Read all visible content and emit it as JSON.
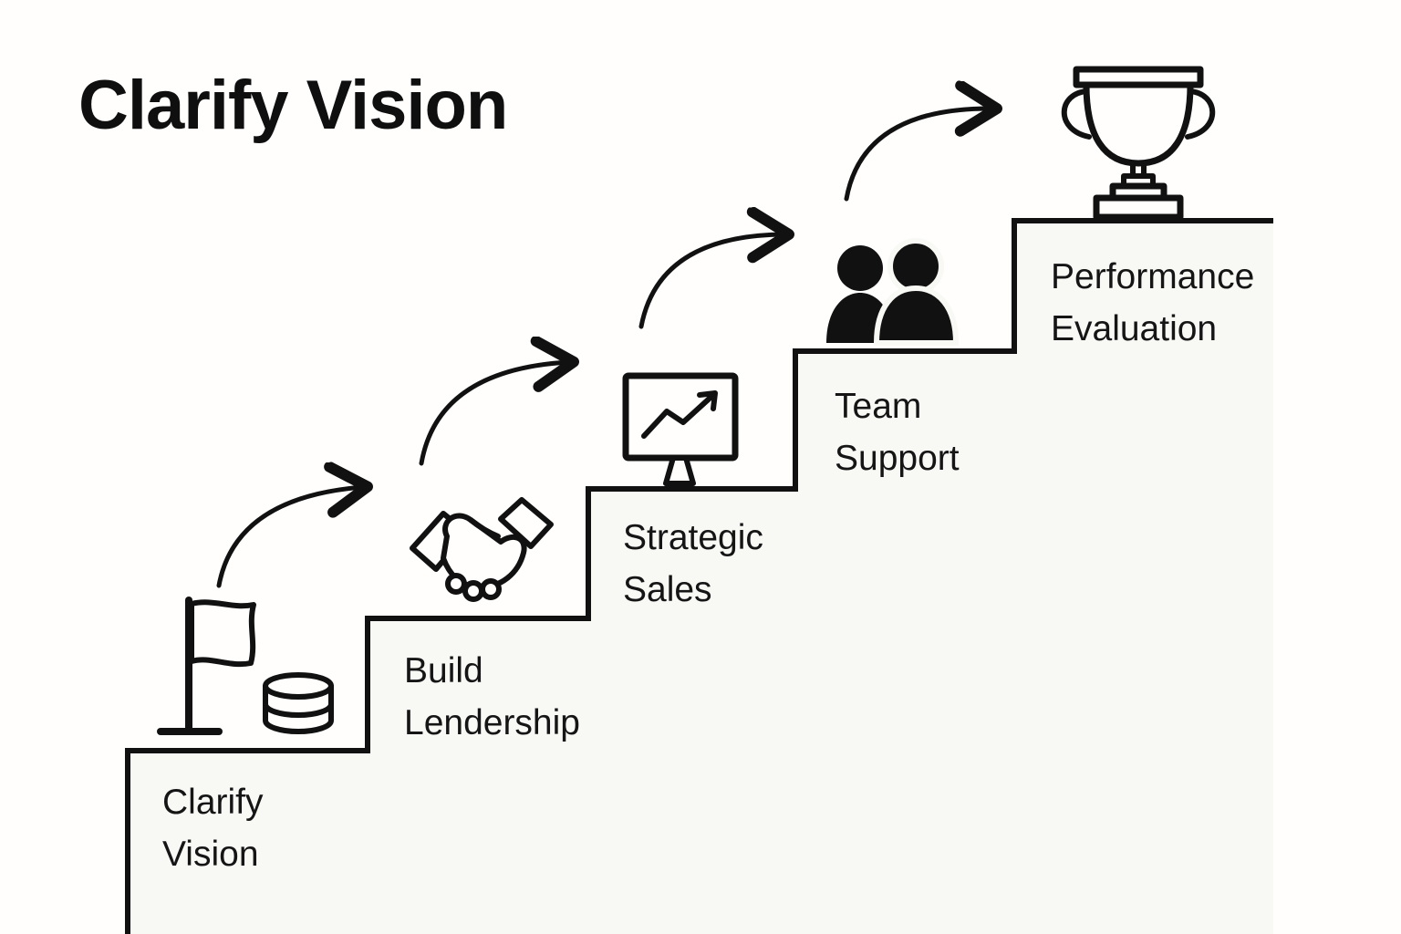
{
  "title": "Clarify Vision",
  "steps": [
    {
      "line1": "Clarify",
      "line2": "Vision",
      "icon": "flag-and-coins-icon"
    },
    {
      "line1": "Build",
      "line2": "Lendership",
      "icon": "handshake-icon"
    },
    {
      "line1": "Strategic",
      "line2": "Sales",
      "icon": "presentation-chart-icon"
    },
    {
      "line1": "Team",
      "line2": "Support",
      "icon": "team-people-icon"
    },
    {
      "line1": "Performance",
      "line2": "Evaluation",
      "icon": "trophy-icon"
    }
  ],
  "colors": {
    "ink": "#111111",
    "background": "#fffefd",
    "step_fill": "#f8f8f5"
  }
}
